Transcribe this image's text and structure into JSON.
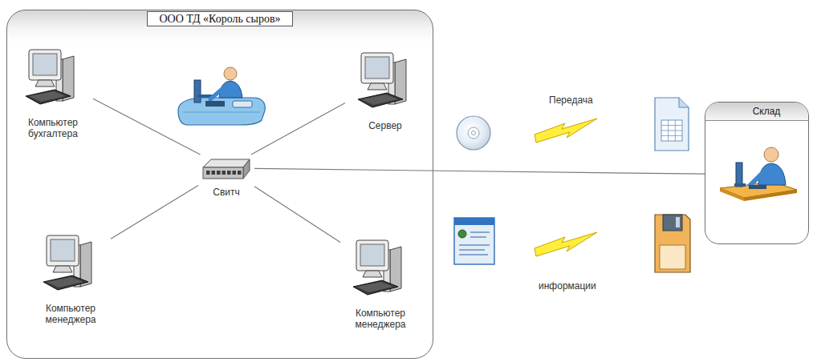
{
  "diagram": {
    "nodes": [
      {
        "text": [
          "ООО ТД «Король сыров»"
        ]
      },
      {
        "text": [
          "Компьютер бухгалтера"
        ],
        "in": 0
      },
      {
        "text": [
          "Сервер"
        ],
        "in": 0
      },
      {
        "text": [
          "Свитч"
        ],
        "in": 0
      },
      {
        "text": [
          "Компьютер менеджера"
        ],
        "in": 0
      },
      {
        "text": [
          "Компьютер менеджера"
        ],
        "in": 0
      },
      {
        "text": [
          "Склад"
        ]
      }
    ],
    "edges": [
      {
        "from": 3,
        "to": 1,
        "arrow": "none"
      },
      {
        "from": 3,
        "to": 2,
        "arrow": "none"
      },
      {
        "from": 3,
        "to": 4,
        "arrow": "none"
      },
      {
        "from": 3,
        "to": 5,
        "arrow": "none"
      },
      {
        "from": 3,
        "to": 6,
        "arrow": "none"
      }
    ],
    "labels": [
      "Передача",
      "информации"
    ]
  }
}
